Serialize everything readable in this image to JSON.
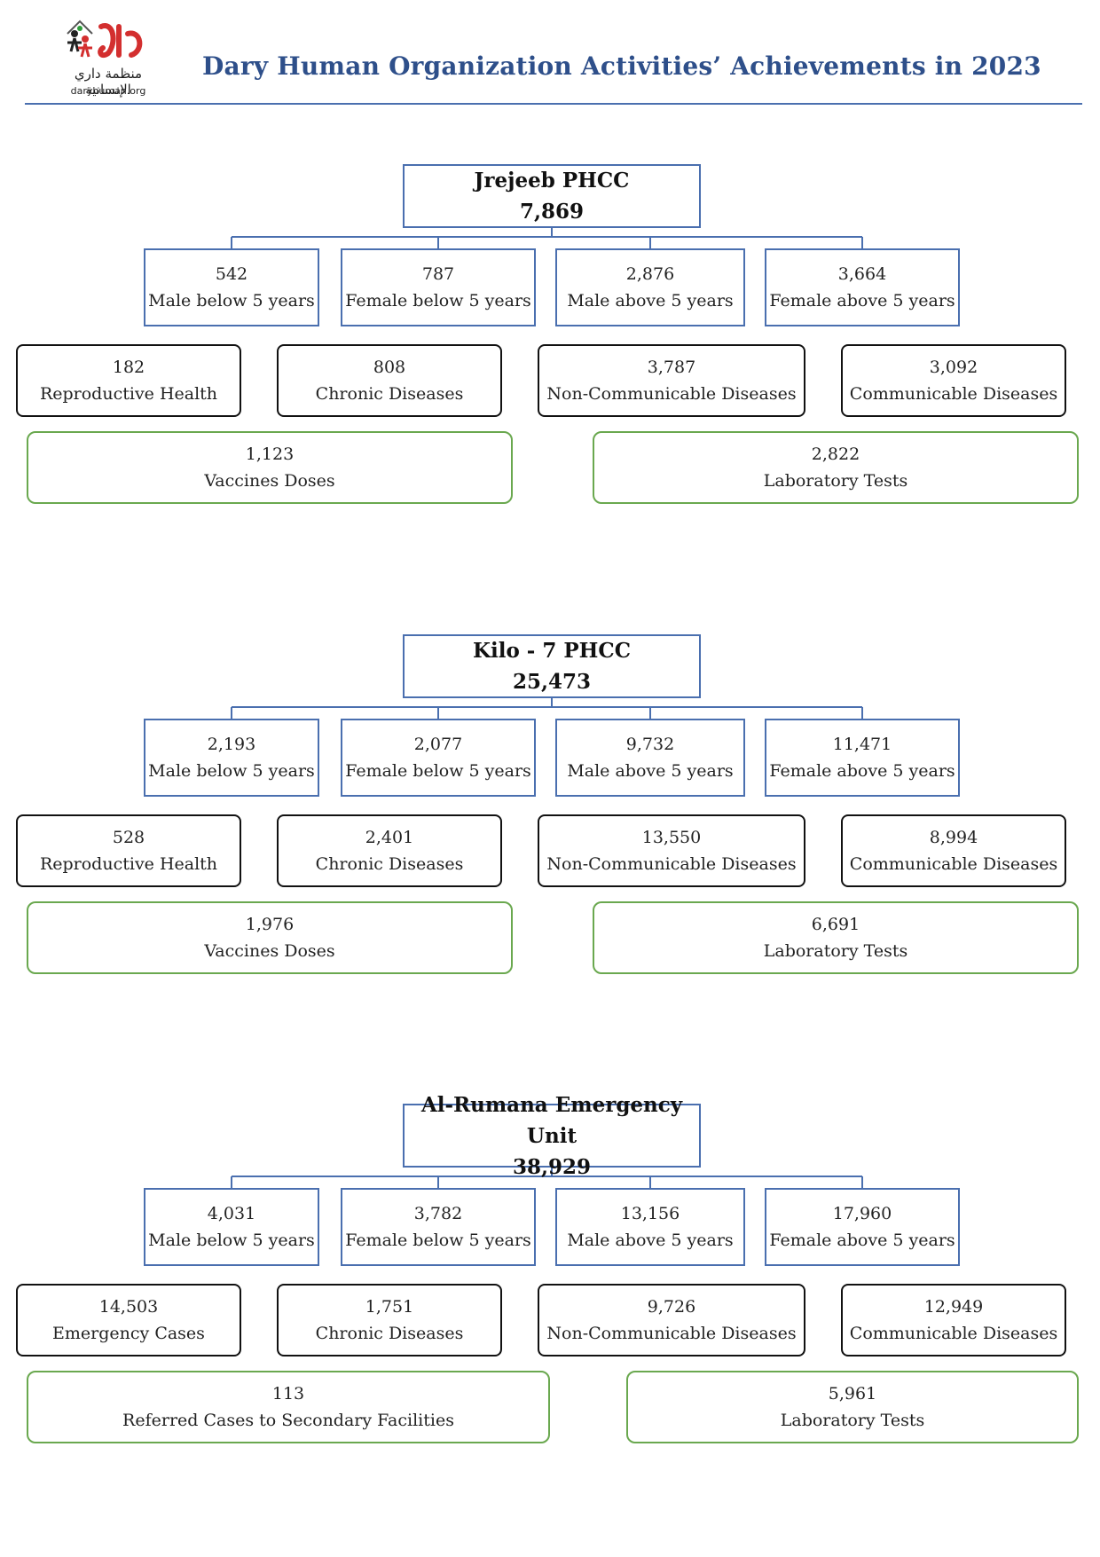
{
  "header": {
    "title": "Dary Human Organization Activities’ Achievements in 2023",
    "logo_arabic": "منظمة داري الإنسانية",
    "logo_url": "daryhuman.org"
  },
  "sections": [
    {
      "name": "Jrejeeb PHCC",
      "total": "7,869",
      "demographics": [
        {
          "value": "542",
          "label": "Male below 5 years"
        },
        {
          "value": "787",
          "label": "Female below 5 years"
        },
        {
          "value": "2,876",
          "label": "Male above 5 years"
        },
        {
          "value": "3,664",
          "label": "Female above 5 years"
        }
      ],
      "services": [
        {
          "value": "182",
          "label": "Reproductive Health"
        },
        {
          "value": "808",
          "label": "Chronic Diseases"
        },
        {
          "value": "3,787",
          "label": "Non-Communicable Diseases"
        },
        {
          "value": "3,092",
          "label": "Communicable Diseases"
        }
      ],
      "extras": [
        {
          "value": "1,123",
          "label": "Vaccines Doses"
        },
        {
          "value": "2,822",
          "label": "Laboratory Tests"
        }
      ]
    },
    {
      "name": "Kilo - 7 PHCC",
      "total": "25,473",
      "demographics": [
        {
          "value": "2,193",
          "label": "Male below 5 years"
        },
        {
          "value": "2,077",
          "label": "Female below 5 years"
        },
        {
          "value": "9,732",
          "label": "Male above 5 years"
        },
        {
          "value": "11,471",
          "label": "Female above 5 years"
        }
      ],
      "services": [
        {
          "value": "528",
          "label": "Reproductive Health"
        },
        {
          "value": "2,401",
          "label": "Chronic Diseases"
        },
        {
          "value": "13,550",
          "label": "Non-Communicable Diseases"
        },
        {
          "value": "8,994",
          "label": "Communicable Diseases"
        }
      ],
      "extras": [
        {
          "value": "1,976",
          "label": "Vaccines Doses"
        },
        {
          "value": "6,691",
          "label": "Laboratory Tests"
        }
      ]
    },
    {
      "name": "Al-Rumana Emergency Unit",
      "total": "38,929",
      "demographics": [
        {
          "value": "4,031",
          "label": "Male below 5 years"
        },
        {
          "value": "3,782",
          "label": "Female below 5 years"
        },
        {
          "value": "13,156",
          "label": "Male above 5 years"
        },
        {
          "value": "17,960",
          "label": "Female above 5 years"
        }
      ],
      "services": [
        {
          "value": "14,503",
          "label": "Emergency Cases"
        },
        {
          "value": "1,751",
          "label": "Chronic Diseases"
        },
        {
          "value": "9,726",
          "label": "Non-Communicable Diseases"
        },
        {
          "value": "12,949",
          "label": "Communicable Diseases"
        }
      ],
      "extras": [
        {
          "value": "113",
          "label": "Referred Cases to Secondary Facilities"
        },
        {
          "value": "5,961",
          "label": "Laboratory Tests"
        }
      ]
    }
  ]
}
